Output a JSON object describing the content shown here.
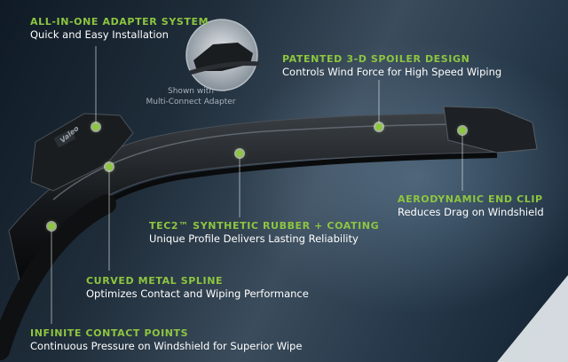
{
  "callouts": {
    "adapter": {
      "heading": "ALL-IN-ONE ADAPTER SYSTEM",
      "desc": "Quick and Easy Installation"
    },
    "spoiler": {
      "heading": "PATENTED 3-D SPOILER DESIGN",
      "desc": "Controls Wind Force for High Speed Wiping"
    },
    "end_clip": {
      "heading": "AERODYNAMIC END CLIP",
      "desc": "Reduces Drag on Windshield"
    },
    "rubber": {
      "heading": "TEC2™ SYNTHETIC RUBBER + COATING",
      "desc": "Unique Profile Delivers Lasting Reliability"
    },
    "spline": {
      "heading": "CURVED METAL SPLINE",
      "desc": "Optimizes Contact and Wiping Performance"
    },
    "contact": {
      "heading": "INFINITE CONTACT POINTS",
      "desc": "Continuous Pressure on Windshield for Superior Wipe"
    }
  },
  "inset_note": {
    "line1": "Shown with",
    "line2": "Multi-Connect Adapter"
  },
  "brand_mark": "Valeo",
  "colors": {
    "accent_green": "#8dc63f",
    "text": "#ffffff",
    "background": "#1f2d3a"
  }
}
